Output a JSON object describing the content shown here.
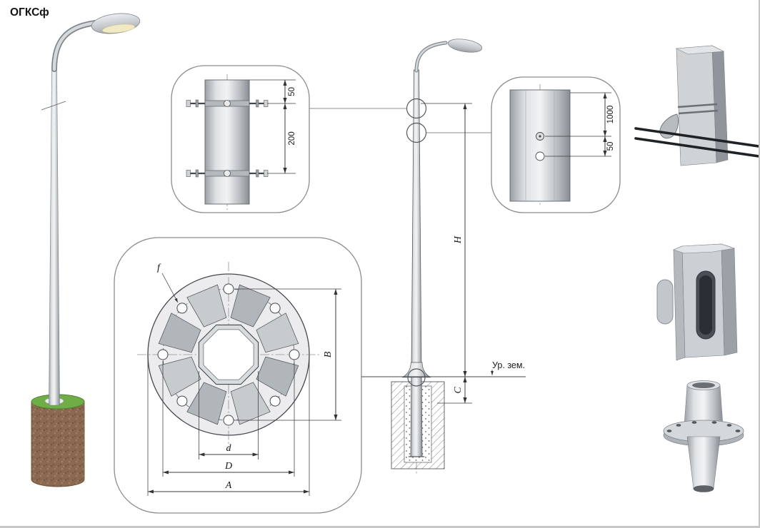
{
  "title": "ОГКСф",
  "colors": {
    "line": "#3c3c3c",
    "callout_border": "#8c8c8c",
    "metal_light": "#e9ebec",
    "metal_mid": "#c2c6ca",
    "metal_dark": "#8f959b",
    "soil_brown": "#8a6950",
    "grass_green": "#6fae46",
    "cable_black": "#202326",
    "lamp_lens": "#f1e9c4"
  },
  "top_detail": {
    "dim_top": "50",
    "dim_bottom": "200"
  },
  "right_detail": {
    "dim_top": "1000",
    "dim_bottom": "50"
  },
  "flange_detail": {
    "hole_label": "f",
    "dim_vertical": "B",
    "dim_inner": "d",
    "dim_middle": "D",
    "dim_outer": "A"
  },
  "elevation": {
    "dim_height": "H",
    "dim_embed": "C",
    "ground_label": "Ур. зем."
  }
}
